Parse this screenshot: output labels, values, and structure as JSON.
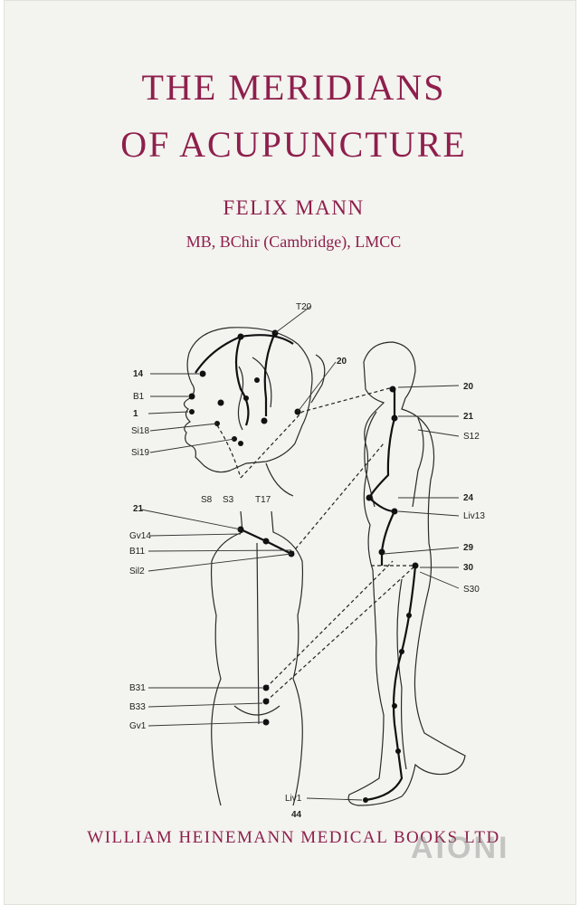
{
  "cover": {
    "title_line1": "THE MERIDIANS",
    "title_line2": "OF ACUPUNCTURE",
    "author": "FELIX MANN",
    "credentials": "MB, BChir (Cambridge), LMCC",
    "publisher": "WILLIAM HEINEMANN MEDICAL BOOKS LTD",
    "title_color": "#8e1f4c"
  },
  "illustration": {
    "labels": {
      "t20": "T20",
      "head_20": "20",
      "l14": "14",
      "b1": "B1",
      "l1": "1",
      "si18": "Si18",
      "si19": "Si19",
      "s8": "S8",
      "s3": "S3",
      "t17": "T17",
      "r20": "20",
      "r21": "21",
      "s12": "S12",
      "l21": "21",
      "gv14": "Gv14",
      "b11": "B11",
      "sil2": "Sil2",
      "r24": "24",
      "liv13": "Liv13",
      "r29": "29",
      "r30": "30",
      "s30": "S30",
      "b31": "B31",
      "b33": "B33",
      "gv1": "Gv1",
      "liv1": "Liv1",
      "l44": "44"
    }
  },
  "watermark": "AIONI"
}
